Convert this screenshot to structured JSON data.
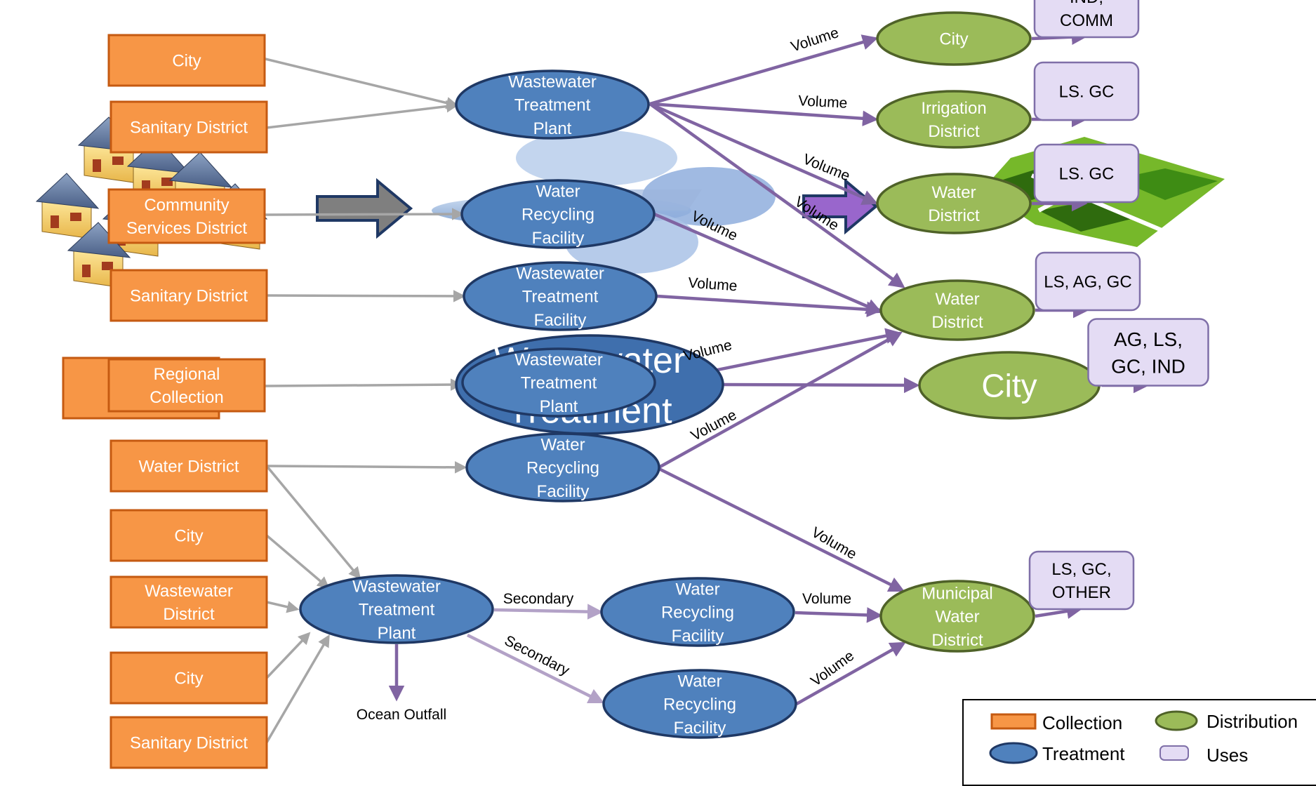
{
  "collection": [
    {
      "id": "c_city1",
      "lines": [
        "City"
      ]
    },
    {
      "id": "c_sd1",
      "lines": [
        "Sanitary District"
      ]
    },
    {
      "id": "c_csd",
      "lines": [
        "Community",
        "Services District"
      ]
    },
    {
      "id": "c_sd2",
      "lines": [
        "Sanitary District"
      ]
    },
    {
      "id": "c_reg",
      "lines": [
        "Regional",
        "Collection"
      ]
    },
    {
      "id": "c_wd",
      "lines": [
        "Water District"
      ]
    },
    {
      "id": "c_city2",
      "lines": [
        "City"
      ]
    },
    {
      "id": "c_wwd",
      "lines": [
        "Wastewater",
        "District"
      ]
    },
    {
      "id": "c_city3",
      "lines": [
        "City"
      ]
    },
    {
      "id": "c_sd3",
      "lines": [
        "Sanitary District"
      ]
    }
  ],
  "treatment": [
    {
      "id": "t_wtp1",
      "lines": [
        "Wastewater",
        "Treatment",
        "Plant"
      ]
    },
    {
      "id": "t_wrf1",
      "lines": [
        "Water",
        "Recycling",
        "Facility"
      ]
    },
    {
      "id": "t_wtf",
      "lines": [
        "Wastewater",
        "Treatment",
        "Facility"
      ]
    },
    {
      "id": "t_big",
      "lines": [
        "Wastewater",
        "Treatment"
      ]
    },
    {
      "id": "t_wtp2",
      "lines": [
        "Wastewater",
        "Treatment",
        "Plant"
      ]
    },
    {
      "id": "t_wrf2",
      "lines": [
        "Water",
        "Recycling",
        "Facility"
      ]
    },
    {
      "id": "t_wtp3",
      "lines": [
        "Wastewater",
        "Treatment",
        "Plant"
      ]
    },
    {
      "id": "t_wrf3",
      "lines": [
        "Water",
        "Recycling",
        "Facility"
      ]
    },
    {
      "id": "t_wrf4",
      "lines": [
        "Water",
        "Recycling",
        "Facility"
      ]
    }
  ],
  "distribution": [
    {
      "id": "d_city1",
      "lines": [
        "City"
      ]
    },
    {
      "id": "d_irr",
      "lines": [
        "Irrigation",
        "District"
      ]
    },
    {
      "id": "d_wd1",
      "lines": [
        "Water",
        "District"
      ]
    },
    {
      "id": "d_wd2",
      "lines": [
        "Water",
        "District"
      ]
    },
    {
      "id": "d_city2",
      "lines": [
        "City"
      ]
    },
    {
      "id": "d_mwd",
      "lines": [
        "Municipal",
        "Water",
        "District"
      ]
    }
  ],
  "uses": [
    {
      "id": "u1",
      "lines": [
        "IND,",
        "COMM"
      ]
    },
    {
      "id": "u2",
      "lines": [
        "LS. GC"
      ]
    },
    {
      "id": "u3",
      "lines": [
        "LS. GC"
      ]
    },
    {
      "id": "u4",
      "lines": [
        "LS, AG, GC"
      ]
    },
    {
      "id": "u5",
      "lines": [
        "AG, LS,",
        "GC, IND"
      ]
    },
    {
      "id": "u6",
      "lines": [
        "LS, GC,",
        "OTHER"
      ]
    }
  ],
  "edge_labels": {
    "volume": "Volume",
    "secondary": "Secondary",
    "ocean_outfall": "Ocean Outfall"
  },
  "legend": {
    "collection": "Collection",
    "treatment": "Treatment",
    "distribution": "Distribution",
    "uses": "Uses"
  },
  "colors": {
    "collection_fill": "#f79646",
    "collection_stroke": "#c55a11",
    "treatment_fill": "#4f81bd",
    "treatment_stroke": "#1f3864",
    "distribution_fill": "#9bbb59",
    "distribution_stroke": "#4f6228",
    "uses_fill": "#e4dcf4",
    "uses_stroke": "#7f6fa8",
    "gray_arrow": "#a6a6a6",
    "purple_arrow": "#8064a2",
    "light_purple_arrow": "#b3a2c7"
  }
}
